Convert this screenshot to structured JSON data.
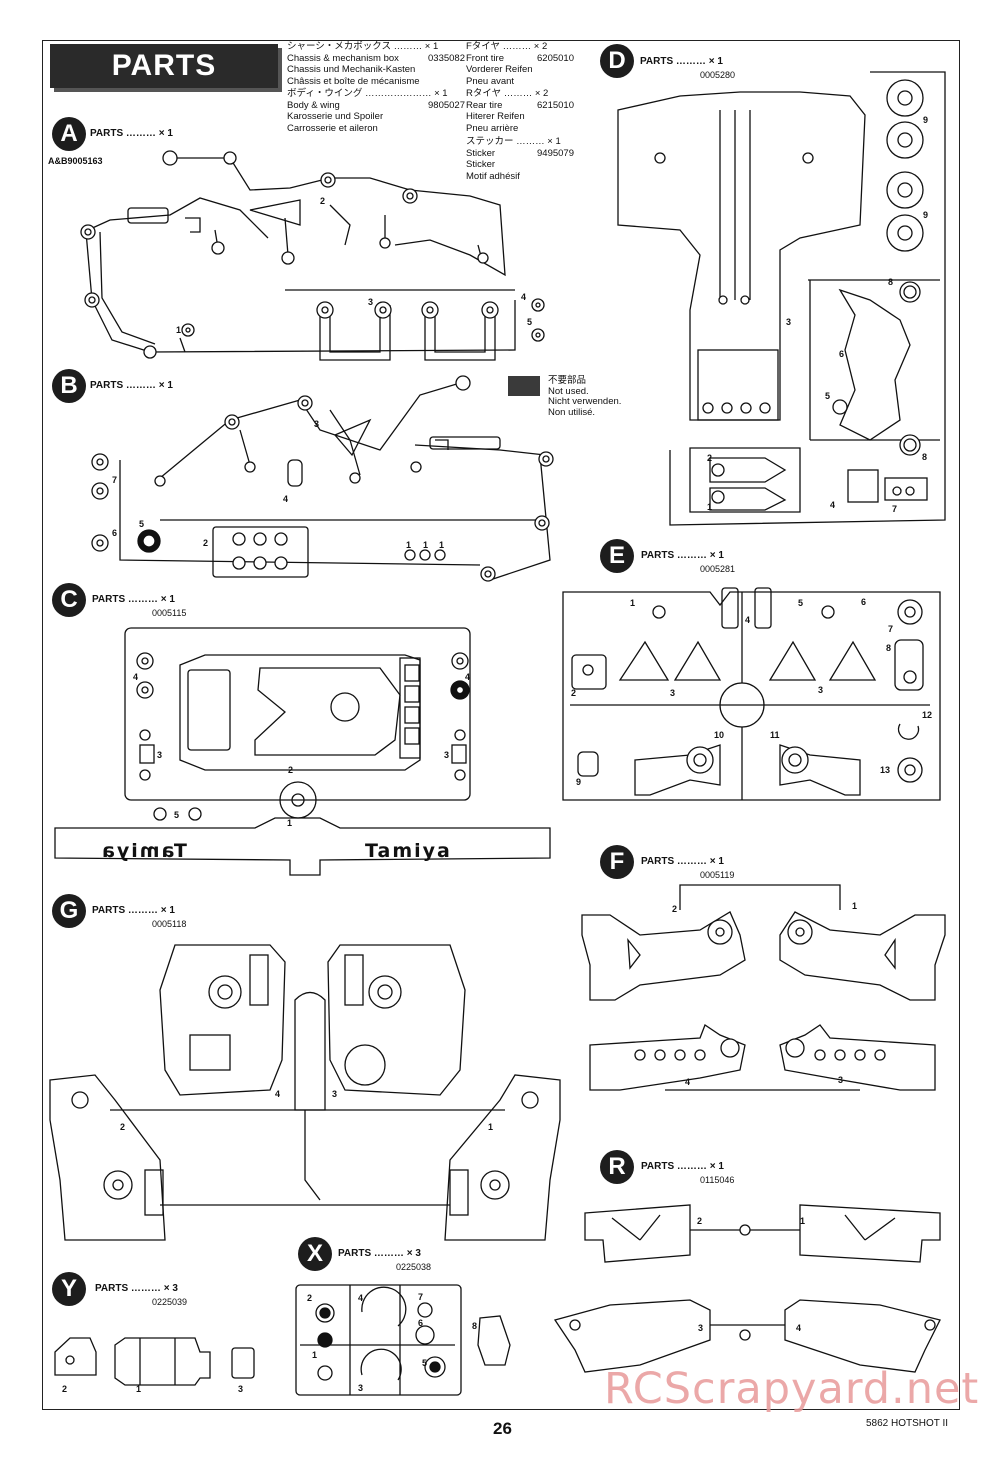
{
  "header": {
    "title": "PARTS"
  },
  "parts_list": [
    {
      "jp": "シャーシ・メカボックス ……… × 1",
      "en": "Chassis & mechanism box",
      "code": "0335082",
      "de": "Chassis und Mechanik-Kasten",
      "fr": "Châssis et boîte de mécanisme"
    },
    {
      "jp": "ボディ・ウイング ………………… × 1",
      "en": "Body & wing",
      "code": "9805027",
      "de": "Karosserie und Spoiler",
      "fr": "Carrosserie et aileron"
    },
    {
      "jp": "Fタイヤ ……… × 2",
      "en": "Front tire",
      "code": "6205010",
      "de": "Vorderer Reifen",
      "fr": "Pneu avant"
    },
    {
      "jp": "Rタイヤ ……… × 2",
      "en": "Rear tire",
      "code": "6215010",
      "de": "Hiterer Reifen",
      "fr": "Pneu arrière"
    },
    {
      "jp": "ステッカー ……… × 1",
      "en": "Sticker",
      "code": "9495079",
      "de": "Sticker",
      "fr": "Motif adhésif"
    }
  ],
  "legend": {
    "jp": "不要部品",
    "en": "Not used.",
    "de": "Nicht verwenden.",
    "fr": "Non utilisé."
  },
  "trees": {
    "A": {
      "letter": "A",
      "label": "PARTS ……… × 1",
      "code": "A&B9005163"
    },
    "B": {
      "letter": "B",
      "label": "PARTS ……… × 1",
      "code": ""
    },
    "C": {
      "letter": "C",
      "label": "PARTS ……… × 1",
      "code": "0005115"
    },
    "D": {
      "letter": "D",
      "label": "PARTS ……… × 1",
      "code": "0005280"
    },
    "E": {
      "letter": "E",
      "label": "PARTS ……… × 1",
      "code": "0005281"
    },
    "F": {
      "letter": "F",
      "label": "PARTS ……… × 1",
      "code": "0005119"
    },
    "G": {
      "letter": "G",
      "label": "PARTS ……… × 1",
      "code": "0005118"
    },
    "R": {
      "letter": "R",
      "label": "PARTS ……… × 1",
      "code": "0115046"
    },
    "X": {
      "letter": "X",
      "label": "PARTS ……… × 3",
      "code": "0225038"
    },
    "Y": {
      "letter": "Y",
      "label": "PARTS ……… × 3",
      "code": "0225039"
    }
  },
  "logo_text": {
    "normal": "Tamiya",
    "mirrored": "Tamiya"
  },
  "footer": {
    "page": "26",
    "model": "5862 HOTSHOT II"
  },
  "watermark": "RCScrapyard.net"
}
